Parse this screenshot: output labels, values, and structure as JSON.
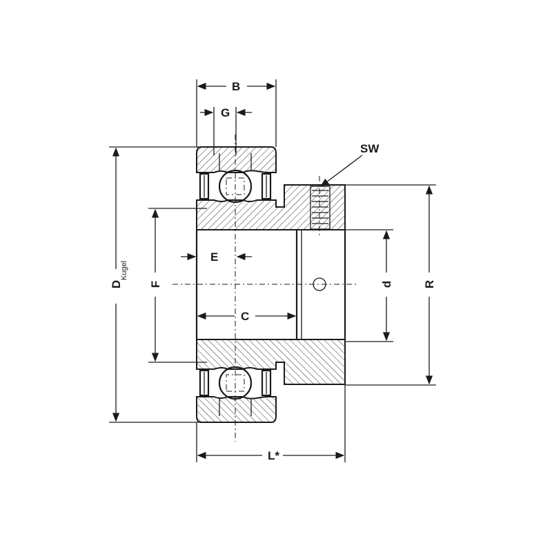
{
  "labels": {
    "B": "B",
    "G": "G",
    "SW": "SW",
    "D": "D",
    "Kugel": "Kugel",
    "F": "F",
    "E": "E",
    "C": "C",
    "d": "d",
    "R": "R",
    "L": "L*"
  }
}
